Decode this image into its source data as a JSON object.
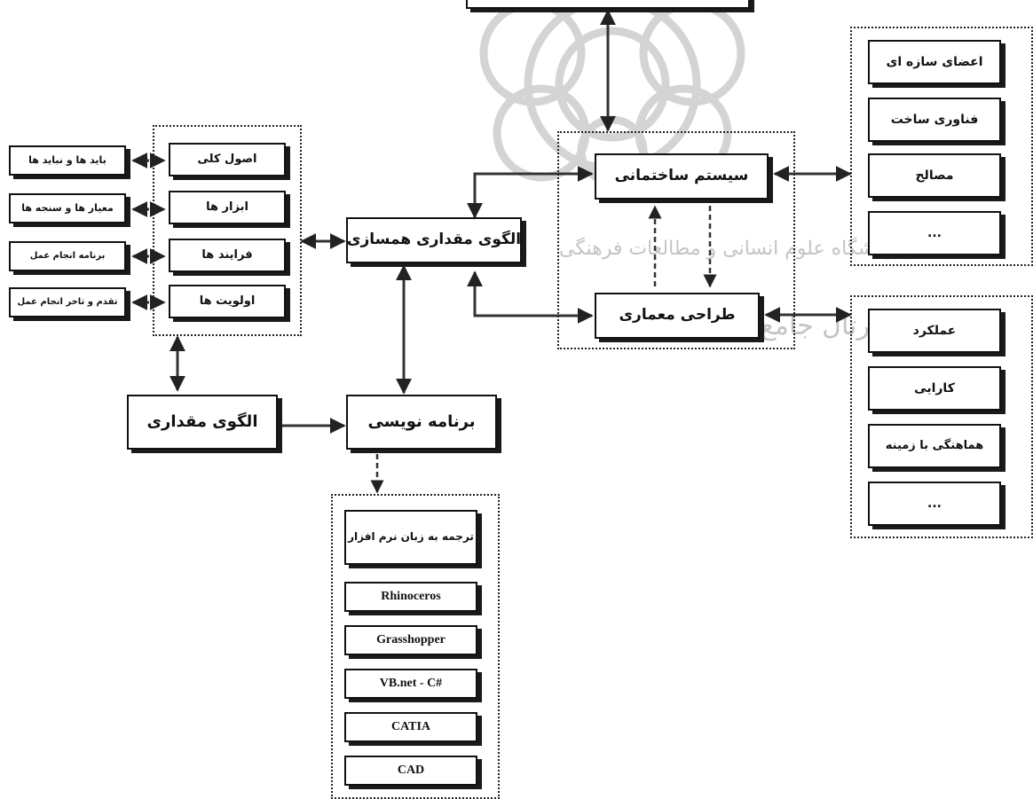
{
  "diagram": {
    "center_node": "الگوی مقداری همسازی",
    "left_group": [
      "اصول کلی",
      "ابزار ها",
      "فرایند ها",
      "اولویت ها"
    ],
    "far_left": [
      "باید ها و نباید ها",
      "معیار ها و سنجه ها",
      "برنامه انجام عمل",
      "تقدم و تاخر انجام عمل"
    ],
    "quant_node": "الگوی مقداری",
    "programming_node": "برنامه نویسی",
    "software_group": [
      "ترجمه به زبان نرم افزار",
      "Rhinoceros",
      "Grasshopper",
      "VB.net - C#",
      "CATIA",
      "CAD"
    ],
    "middle_group": [
      "سیستم ساختمانی",
      "طراحی معماری"
    ],
    "right_top_group": [
      "اعضای سازه ای",
      "فناوری ساخت",
      "مصالح",
      "..."
    ],
    "right_bottom_group": [
      "عملکرد",
      "کارایی",
      "هماهنگی با زمینه",
      "..."
    ]
  },
  "watermark": {
    "line1": "پژوهشگاه علوم انسانی و مطالعات فرهنگی",
    "line2": "پرتال جامع علوم انسانی"
  }
}
